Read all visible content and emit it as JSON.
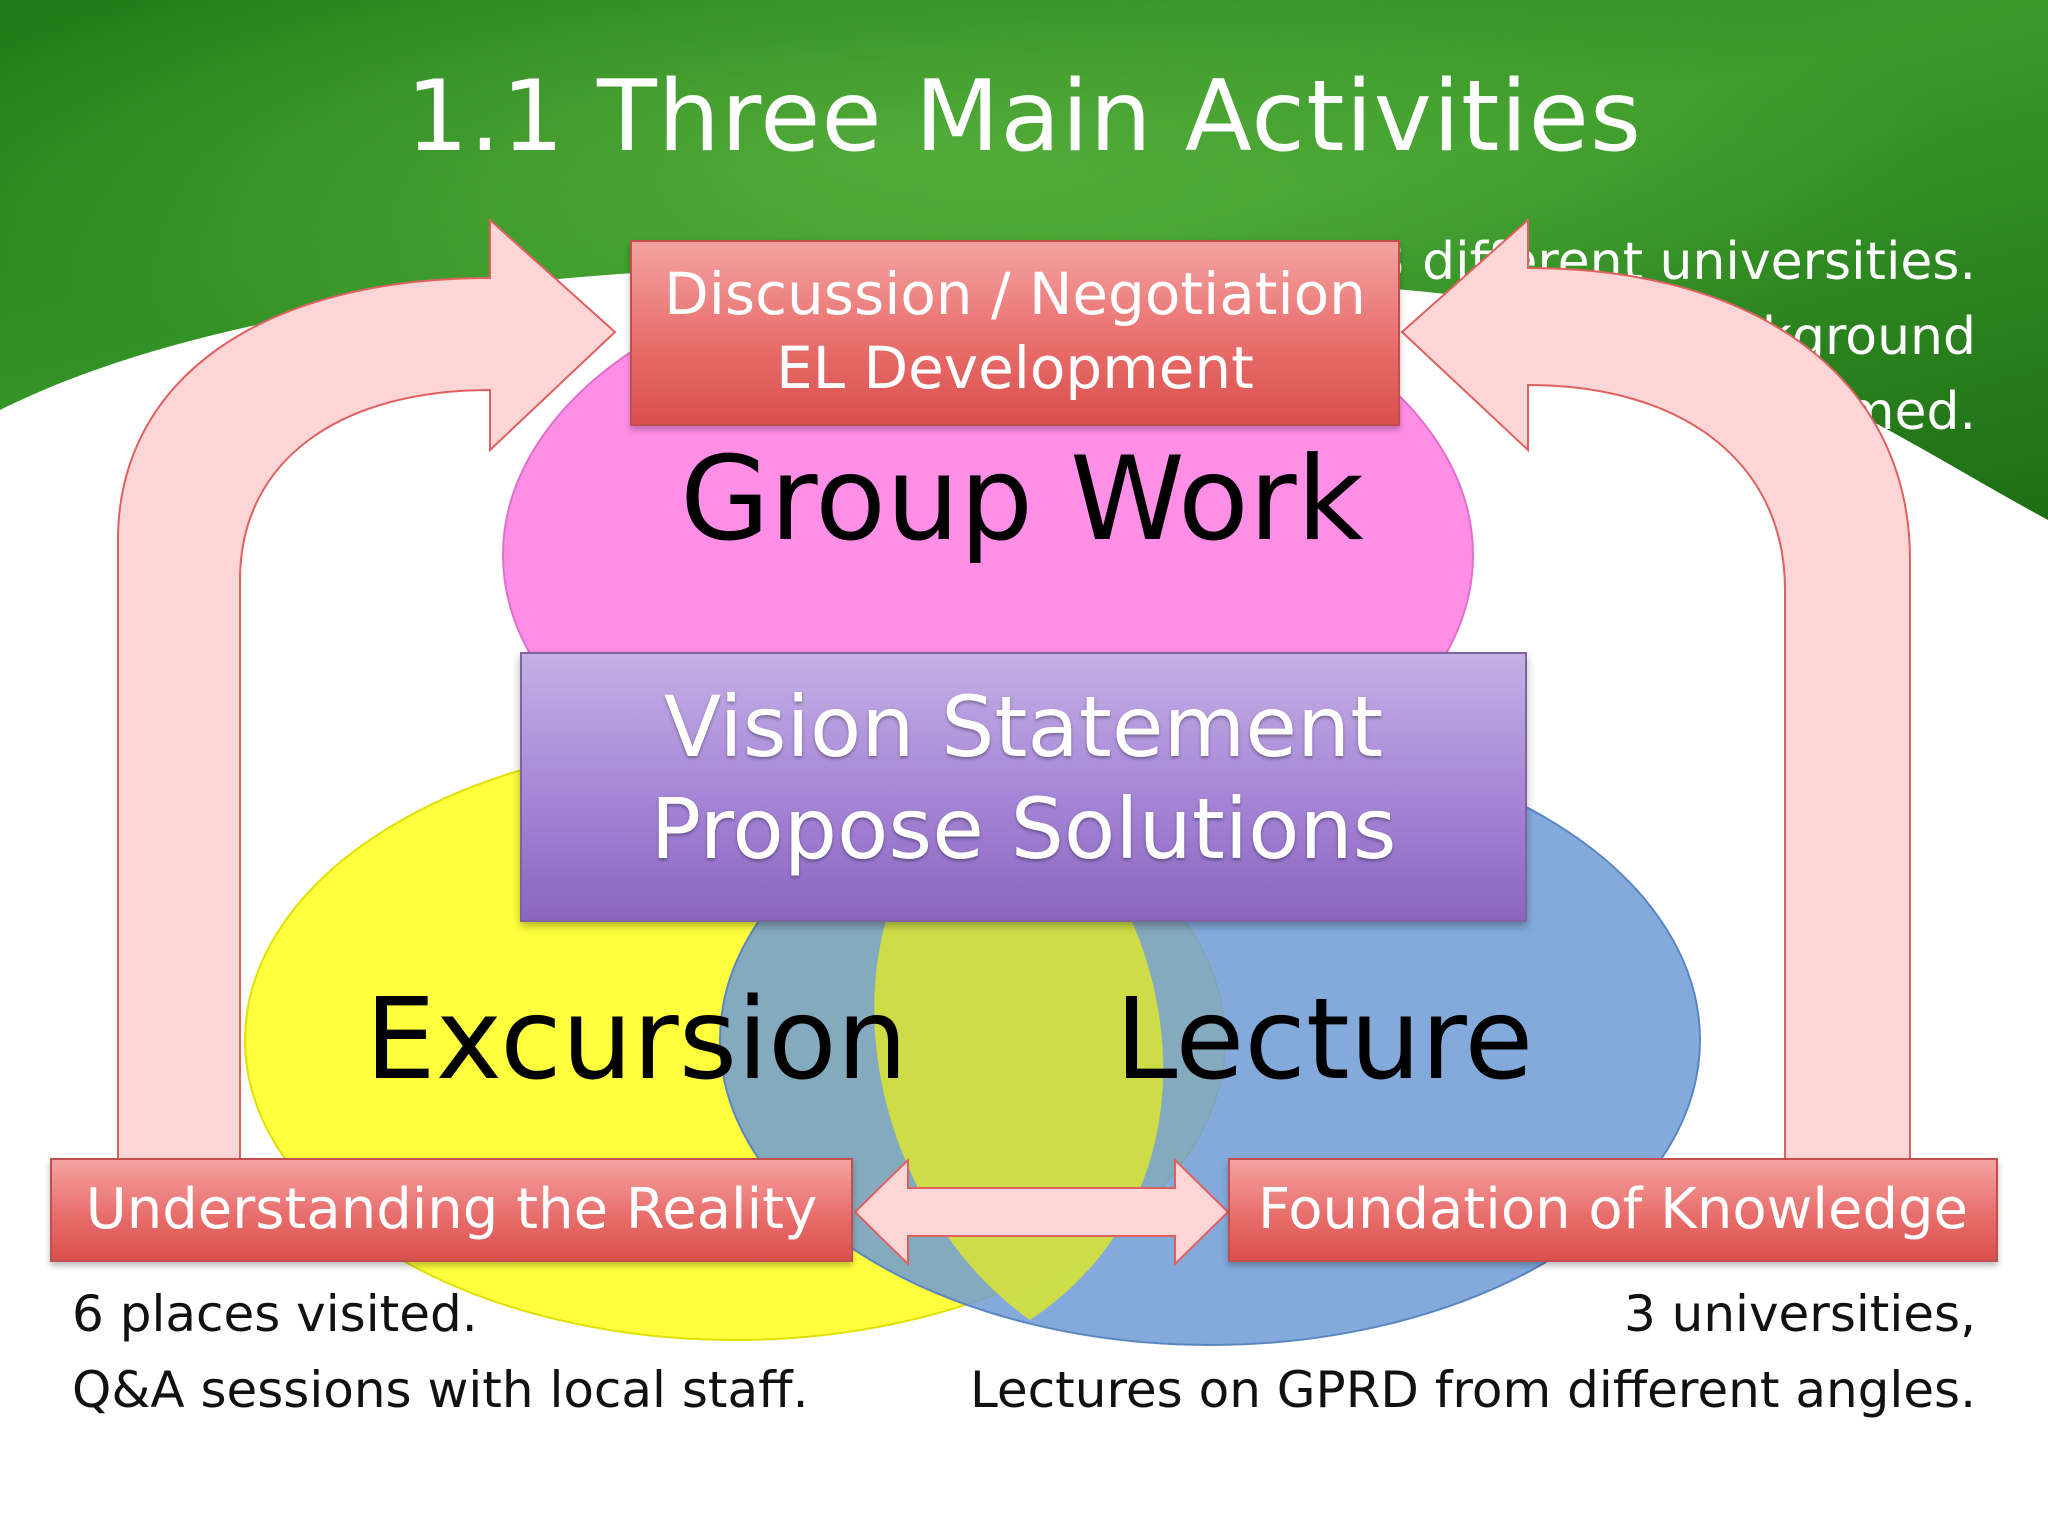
{
  "title": "1.1 Three Main Activities",
  "background_text": [
    "3 different universities.",
    "background",
    "5 groups formed."
  ],
  "circles": {
    "group_work": "Group Work",
    "excursion": "Excursion",
    "lecture": "Lecture"
  },
  "top_box": {
    "line1": "Discussion / Negotiation",
    "line2": "EL Development"
  },
  "center_box": {
    "line1": "Vision Statement",
    "line2": "Propose Solutions"
  },
  "left_box": "Understanding the Reality",
  "right_box": "Foundation of Knowledge",
  "left_caption": [
    "6 places visited.",
    "Q&A sessions with local staff."
  ],
  "right_caption": [
    "3 universities,",
    "Lectures on GPRD from different angles."
  ],
  "colors": {
    "group_work_fill": "#ff8ee6",
    "excursion_fill": "#ffff33",
    "lecture_fill": "#7ea7da",
    "red_box": "#e46c6a",
    "purple_box": "#a583d4",
    "arrow_fill": "#fbd1d1",
    "green_bg": "#2e8a22"
  }
}
